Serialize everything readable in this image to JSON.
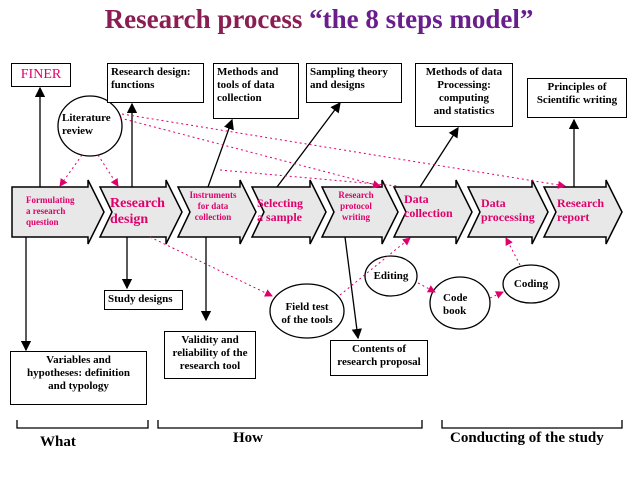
{
  "title": {
    "part1": "Research process ",
    "part2": "“the 8 steps model”"
  },
  "finer": "FINER",
  "top_boxes": {
    "functions": [
      "Research design:",
      "functions"
    ],
    "methods": [
      "Methods and",
      "tools of data",
      "collection"
    ],
    "sampling": [
      "Sampling theory",
      "and designs"
    ],
    "methods_processing": [
      "Methods of data",
      "Processing:",
      "computing",
      "and statistics"
    ],
    "principles": [
      "Principles of",
      "Scientific writing"
    ]
  },
  "literature": [
    "Literature",
    "review"
  ],
  "steps": [
    [
      "Formulating",
      "a research",
      "question"
    ],
    [
      "Research",
      "design"
    ],
    [
      "Instruments",
      "for data",
      "collection"
    ],
    [
      "Selecting",
      "a sample"
    ],
    [
      "Research",
      "protocol",
      "writing"
    ],
    [
      "Data",
      "collection"
    ],
    [
      "Data",
      "processing"
    ],
    [
      "Research",
      "report"
    ]
  ],
  "bottom": {
    "study_designs": "Study designs",
    "validity": [
      "Validity and",
      "reliability of the",
      "research tool"
    ],
    "variables": [
      "Variables and",
      "hypotheses: definition",
      "and typology"
    ],
    "field_test": [
      "Field test",
      "of the tools"
    ],
    "contents": [
      "Contents of",
      "research proposal"
    ],
    "editing": "Editing",
    "code_book": [
      "Code",
      "book"
    ],
    "coding": "Coding"
  },
  "footer": {
    "what": "What",
    "how": "How",
    "conducting": "Conducting of the study"
  },
  "colors": {
    "title1": "#8a1e52",
    "title2": "#6a1e8c",
    "step_text": "#e0006c",
    "dotted": "#e0006c",
    "step_bg": "#e8e8e8"
  }
}
